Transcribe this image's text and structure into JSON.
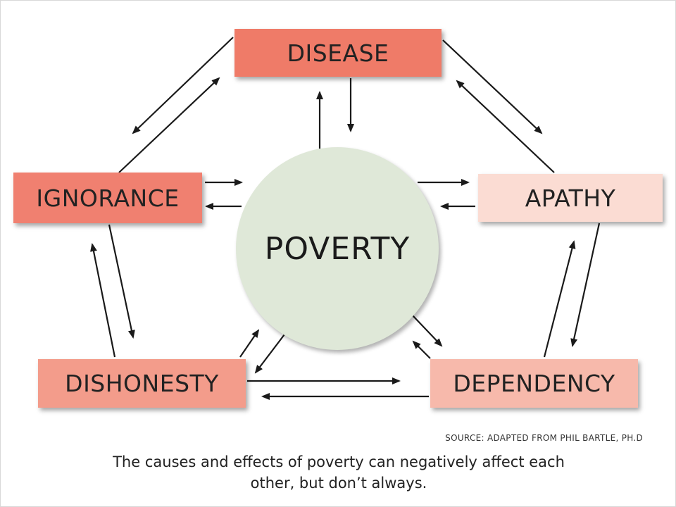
{
  "diagram": {
    "center": {
      "label": "POVERTY",
      "color": "#dfe8d8"
    },
    "nodes": [
      {
        "id": "disease",
        "label": "DISEASE",
        "color": "#ef7b68"
      },
      {
        "id": "ignorance",
        "label": "IGNORANCE",
        "color": "#f08070"
      },
      {
        "id": "apathy",
        "label": "APATHY",
        "color": "#fbdcd3"
      },
      {
        "id": "dishonesty",
        "label": "DISHONESTY",
        "color": "#f39c8b"
      },
      {
        "id": "dependency",
        "label": "DEPENDENCY",
        "color": "#f7b9ab"
      }
    ],
    "edges": [
      [
        "poverty",
        "disease"
      ],
      [
        "disease",
        "poverty"
      ],
      [
        "poverty",
        "ignorance"
      ],
      [
        "ignorance",
        "poverty"
      ],
      [
        "poverty",
        "apathy"
      ],
      [
        "apathy",
        "poverty"
      ],
      [
        "poverty",
        "dishonesty"
      ],
      [
        "dishonesty",
        "poverty"
      ],
      [
        "poverty",
        "dependency"
      ],
      [
        "dependency",
        "poverty"
      ],
      [
        "disease",
        "ignorance"
      ],
      [
        "ignorance",
        "disease"
      ],
      [
        "disease",
        "apathy"
      ],
      [
        "apathy",
        "disease"
      ],
      [
        "apathy",
        "dependency"
      ],
      [
        "dependency",
        "apathy"
      ],
      [
        "dependency",
        "dishonesty"
      ],
      [
        "dishonesty",
        "dependency"
      ],
      [
        "dishonesty",
        "ignorance"
      ],
      [
        "ignorance",
        "dishonesty"
      ]
    ]
  },
  "source": "SOURCE: ADAPTED FROM PHIL BARTLE, PH.D",
  "caption": {
    "line1": "The causes and effects of poverty can negatively affect each",
    "line2": "other, but don’t always."
  }
}
